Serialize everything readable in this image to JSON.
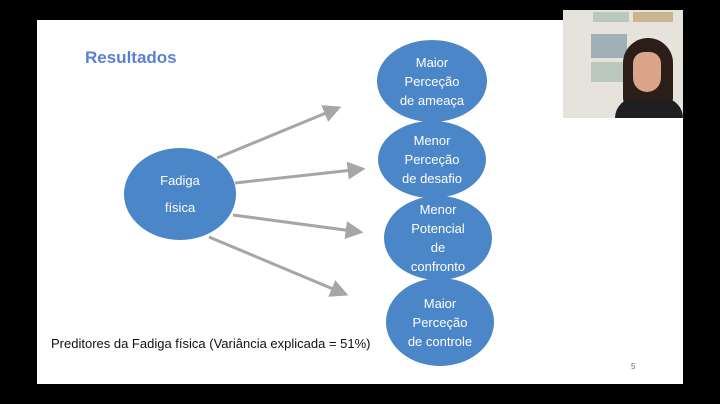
{
  "slide": {
    "title": "Resultados",
    "source_node": {
      "line1": "Fadiga",
      "line2": "física"
    },
    "targets": [
      {
        "lines": [
          "Maior",
          "Perceção",
          "de ameaça"
        ]
      },
      {
        "lines": [
          "Menor",
          "Perceção",
          "de desafio"
        ]
      },
      {
        "lines": [
          "Menor",
          "Potencial",
          "de",
          "confronto"
        ]
      },
      {
        "lines": [
          "Maior",
          "Perceção",
          "de controle"
        ]
      }
    ],
    "caption": "Preditores da Fadiga física (Variância explicada = 51%)",
    "page_number": "5"
  },
  "colors": {
    "node": "#4a86c8",
    "title": "#5b7fd2",
    "arrow": "#a6a6a6"
  },
  "webcam": {
    "icon": "person-video-icon"
  }
}
